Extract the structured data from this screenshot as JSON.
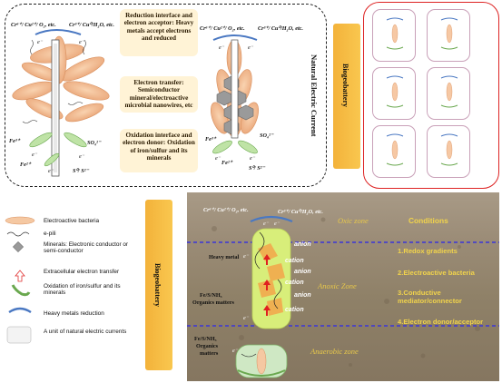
{
  "top": {
    "left_labels": {
      "cr_left": "Cr⁶⁺/ Cu²⁺/ O₂, etc.",
      "cr_right": "Cr³⁺/ Cu⁰/H₂O, etc.",
      "fe3": "Fe³⁺",
      "fe2": "Fe²⁺",
      "so4": "SO₄²⁻",
      "s": "S⁰/ S²⁻"
    },
    "boxes": {
      "reduction": "Reduction interface and electron acceptor: Heavy metals accept electrons and reduced",
      "transfer": "Electron transfer: Semiconductor mineral/electroactive microbial nanowires, etc",
      "oxidation": "Oxidation interface and electron donor: Oxidation of iron/sulfur and its minerals"
    },
    "mid_labels": {
      "cr_left": "Cr⁶⁺/ Cu²⁺/ O₂, etc.",
      "cr_right": "Cr³⁺/ Cu⁰/H₂O, etc.",
      "fe3": "Fe³⁺",
      "fe2": "Fe²⁺",
      "so4": "SO₄²⁻",
      "s": "S⁰/ S²⁻"
    },
    "natural_current": "Natural Electric Current",
    "biogeobattery": "Biogeobattery"
  },
  "legend": [
    {
      "icon": "bacteria",
      "text": "Electroactive bacteria"
    },
    {
      "icon": "pili",
      "text": "e-pili"
    },
    {
      "icon": "mineral",
      "text": "Minerals: Electronic conductor or semi-conductor"
    },
    {
      "icon": "arrow",
      "text": "Extracellular electron transfer"
    },
    {
      "icon": "oxidation",
      "text": "Oxidation of iron/sulfur and its minerals"
    },
    {
      "icon": "reduction",
      "text": "Heavy metals reduction"
    },
    {
      "icon": "unit",
      "text": "A unit of natural electric currents"
    }
  ],
  "bottom": {
    "biogeobattery": "Biogeobattery",
    "top_left": "Cr⁶⁺/ Cu²⁺/ O₂, etc.",
    "top_right": "Cr³⁺/ Cu⁰/H₂O, etc.",
    "zones": {
      "oxic": "Oxic zone",
      "anoxic": "Anoxic Zone",
      "anaerobic": "Anaerobic zone"
    },
    "conditions_title": "Conditions",
    "conditions": [
      "1.Redox gradients",
      "2.Electroactive bacteria",
      "3.Conductive mediator/connector",
      "4.Electron donor/acceptor"
    ],
    "heavy_metal": "Heavy metal",
    "donor1": [
      "Fe/S/NH₃",
      "Organics matters"
    ],
    "donor2": [
      "Fe/S/NH₃",
      "Organics",
      "matters"
    ],
    "anion": "anion",
    "cation": "cation"
  }
}
